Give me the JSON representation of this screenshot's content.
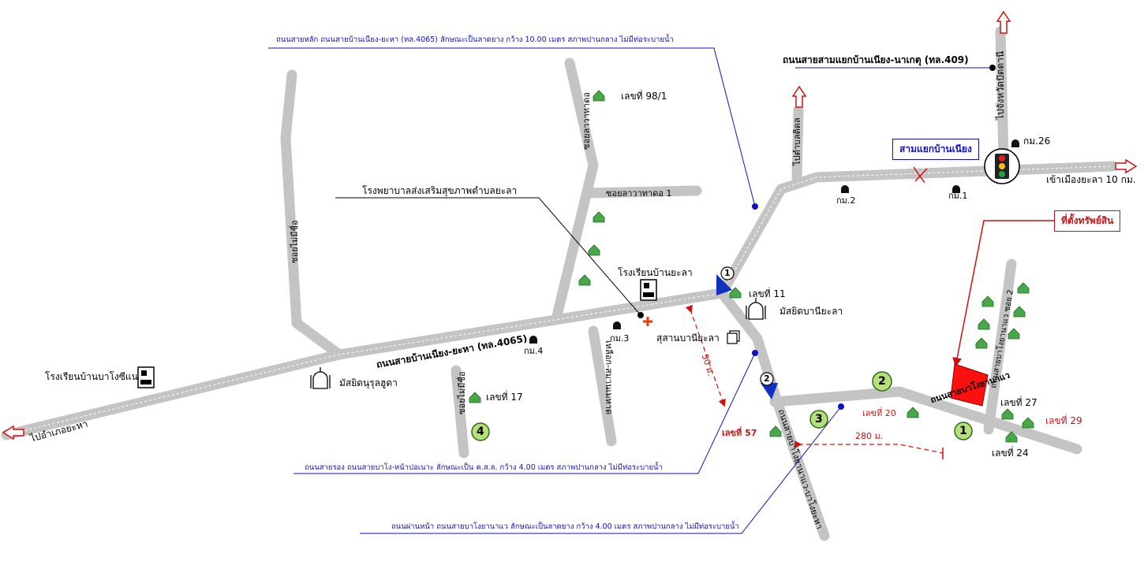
{
  "roads": {
    "main_road": "ถนนสายบ้านเนียง-ยะหา (ทล.4065)",
    "hwy409": "ถนนสายสามแยกบ้านเนียง-นาเกตุ (ทล.409)",
    "bako_road": "ถนนสายบาโงยานาแว",
    "soi_kasem": "เหลือก-สมานเมหาด",
    "soi_lalawatakado": "ซอยลาวาทาดอ",
    "soi_lalawatakado1": "ซอยลาวาทาดอ 1",
    "soi_nonamed1": "ซอยไม่มีชื่อ",
    "soi_nonamed2": "ซอยไม่มีชื่อ",
    "soi_bangoso": "ถนนสายบาโงยานาแว ซอย 2",
    "south_road": "ถนนสายบาโงยานาแว-บาโงยะหา"
  },
  "directions": {
    "to_pattani": "ไปจังหวัดปัตตานี",
    "to_tambon": "ไปตำบลติดล",
    "to_yala": "เข้าเมืองยะลา 10 กม.",
    "to_yaha": "ไปอำเภอยะหา"
  },
  "places": {
    "intersection": "สามแยกบ้านเนียง",
    "property": "ที่ตั้งทรัพย์สิน",
    "hospital": "โรงพยาบาลส่งเสริมสุขภาพตำบลยะลา",
    "school_yala": "โรงเรียนบ้านยะลา",
    "school_bako": "โรงเรียนบ้านบาโงซีแน",
    "mosque_yala": "มัสยิดบานียะลา",
    "mosque_nurul": "มัสยิดนุรุลฮูดา",
    "cemetery": "สุสานบานียะลา"
  },
  "markers": {
    "km26": "กม.26",
    "km1": "กม.1",
    "km2": "กม.2",
    "km3": "กม.3",
    "km4": "กม.4"
  },
  "houses": {
    "h98": "เลขที่ 98/1",
    "h11": "เลขที่ 11",
    "h17": "เลขที่ 17",
    "h20": "เลขที่ 20",
    "h57": "เลขที่ 57",
    "h27": "เลขที่ 27",
    "h29": "เลขที่ 29",
    "h24": "เลขที่ 24"
  },
  "distances": {
    "d1": "280 ม.",
    "d2": "50 ม."
  },
  "notes": {
    "main": "ถนนสายหลัก ถนนสายบ้านเนียง-ยะหา (ทล.4065) ลักษณะเป็นลาดยาง กว้าง 10.00 เมตร สภาพปานกลาง ไม่มีท่อระบายน้ำ",
    "secondary": "ถนนสายรอง ถนนสายบาโง-หน้าปอเนาะ ลักษณะเป็น ค.ส.ล. กว้าง 4.00 เมตร สภาพปานกลาง ไม่มีท่อระบายน้ำ",
    "front": "ถนนผ่านหน้า ถนนสายบาโงยานาแว ลักษณะเป็นลาดยาง กว้าง 4.00 เมตร สภาพปานกลาง ไม่มีท่อระบายน้ำ"
  },
  "numbers": {
    "n1": "1",
    "n2": "2",
    "n3": "3",
    "n4": "4",
    "arrow1": "1",
    "arrow2": "2"
  },
  "colors": {
    "road": "#c4c4c4",
    "note_blue": "#1010c8",
    "property_red": "#ff1010",
    "label_red": "#d01010",
    "circle_green": "#b8e07a"
  }
}
